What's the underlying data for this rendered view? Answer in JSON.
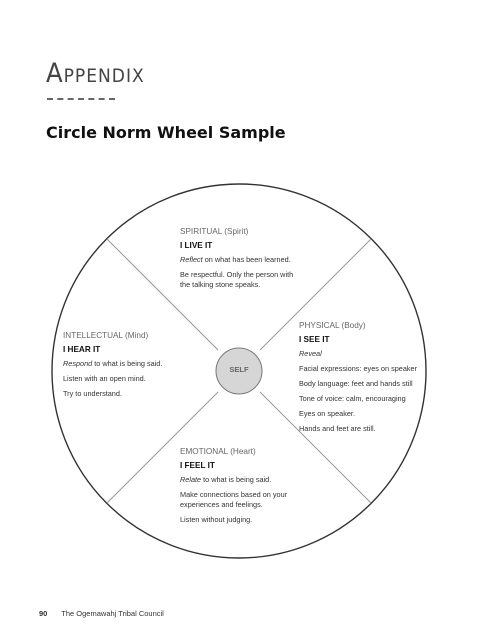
{
  "header": {
    "appendix": "Appendix",
    "title": "Circle Norm Wheel Sample"
  },
  "wheel": {
    "center": "SELF",
    "quadrants": {
      "spiritual": {
        "title": "SPIRITUAL (Spirit)",
        "verb": "I LIVE IT",
        "lead_word": "Reflect",
        "lead_rest": " on what has been learned.",
        "lines": [
          "Be respectful. Only the person with the talking stone speaks."
        ]
      },
      "intellectual": {
        "title": "INTELLECTUAL (Mind)",
        "verb": "I HEAR IT",
        "lead_word": "Respond",
        "lead_rest": " to what is being said.",
        "lines": [
          "Listen with an open mind.",
          "Try to understand."
        ]
      },
      "physical": {
        "title": "PHYSICAL (Body)",
        "verb": "I SEE IT",
        "lead_word": "Reveal",
        "lead_rest": "",
        "lines": [
          "Facial expressions: eyes on speaker",
          "Body language: feet and hands still",
          "Tone of voice: calm, encouraging",
          "Eyes on speaker.",
          "Hands and feet are still."
        ]
      },
      "emotional": {
        "title": "EMOTIONAL (Heart)",
        "verb": "I FEEL IT",
        "lead_word": "Relate",
        "lead_rest": " to what is being said.",
        "lines": [
          "Make connections based on your experiences and feelings.",
          "Listen without judging."
        ]
      }
    }
  },
  "footer": {
    "page_number": "90",
    "publisher": "The Ogemawahj Tribal Council"
  }
}
